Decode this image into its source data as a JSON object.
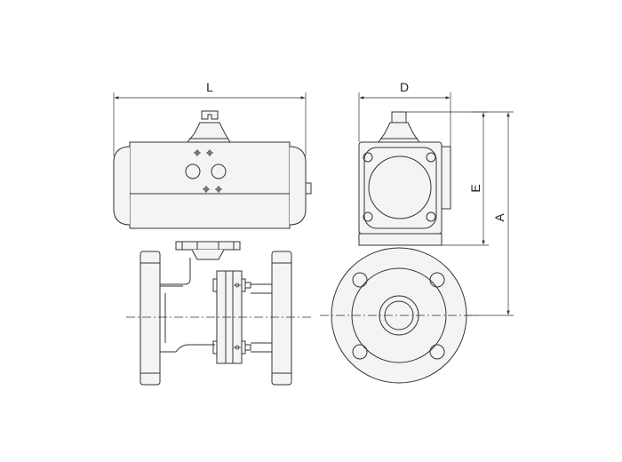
{
  "labels": {
    "L": "L",
    "D": "D",
    "E": "E",
    "A": "A"
  },
  "colors": {
    "line": "#333333",
    "fill": "#f4f4f4",
    "background": "#ffffff"
  }
}
